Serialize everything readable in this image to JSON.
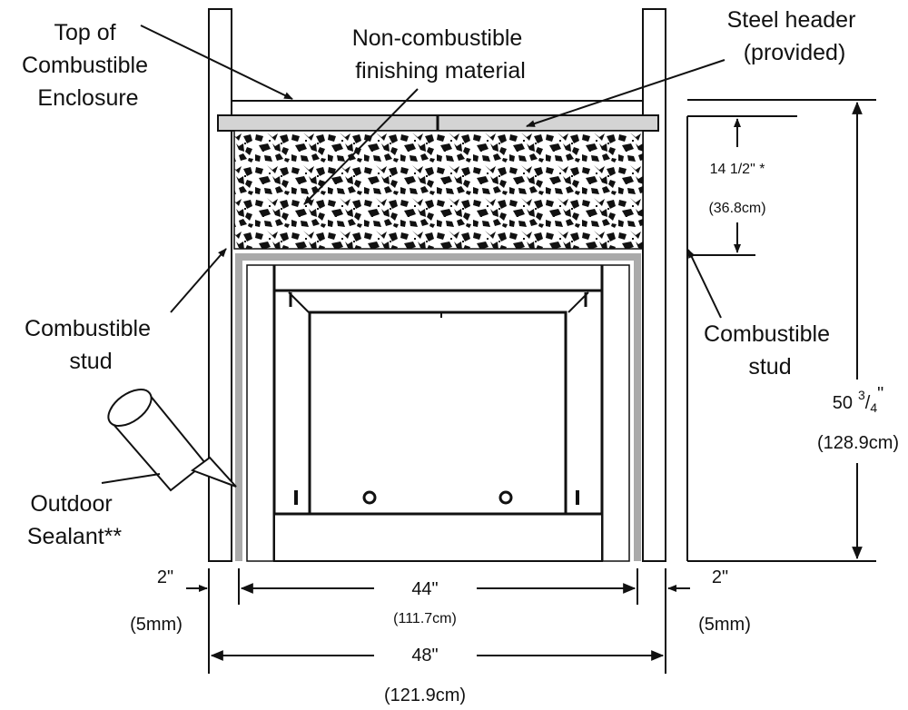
{
  "labels": {
    "top_enclosure": [
      "Top of",
      "Combustible",
      "Enclosure"
    ],
    "non_combustible": [
      "Non-combustible",
      "finishing material"
    ],
    "steel_header": [
      "Steel header",
      "(provided)"
    ],
    "stud_left": [
      "Combustible",
      "stud"
    ],
    "stud_right": [
      "Combustible",
      "stud"
    ],
    "sealant": [
      "Outdoor",
      "Sealant**"
    ]
  },
  "dimensions": {
    "header_height": {
      "imperial": "14 1/2\" *",
      "metric": "(36.8cm)"
    },
    "total_height": {
      "whole": "50",
      "num": "3",
      "den": "4",
      "unit": "\"",
      "metric": "(128.9cm)"
    },
    "inner_width": {
      "imperial": "44\"",
      "metric": "(111.7cm)"
    },
    "outer_width": {
      "imperial": "48\"",
      "metric": "(121.9cm)"
    },
    "left_gap": {
      "imperial": "2\"",
      "metric": "(5mm)"
    },
    "right_gap": {
      "imperial": "2\"",
      "metric": "(5mm)"
    }
  },
  "colors": {
    "line": "#111111",
    "frame_gray": "#aaaaaa",
    "header_fill": "#d4d4d4"
  }
}
